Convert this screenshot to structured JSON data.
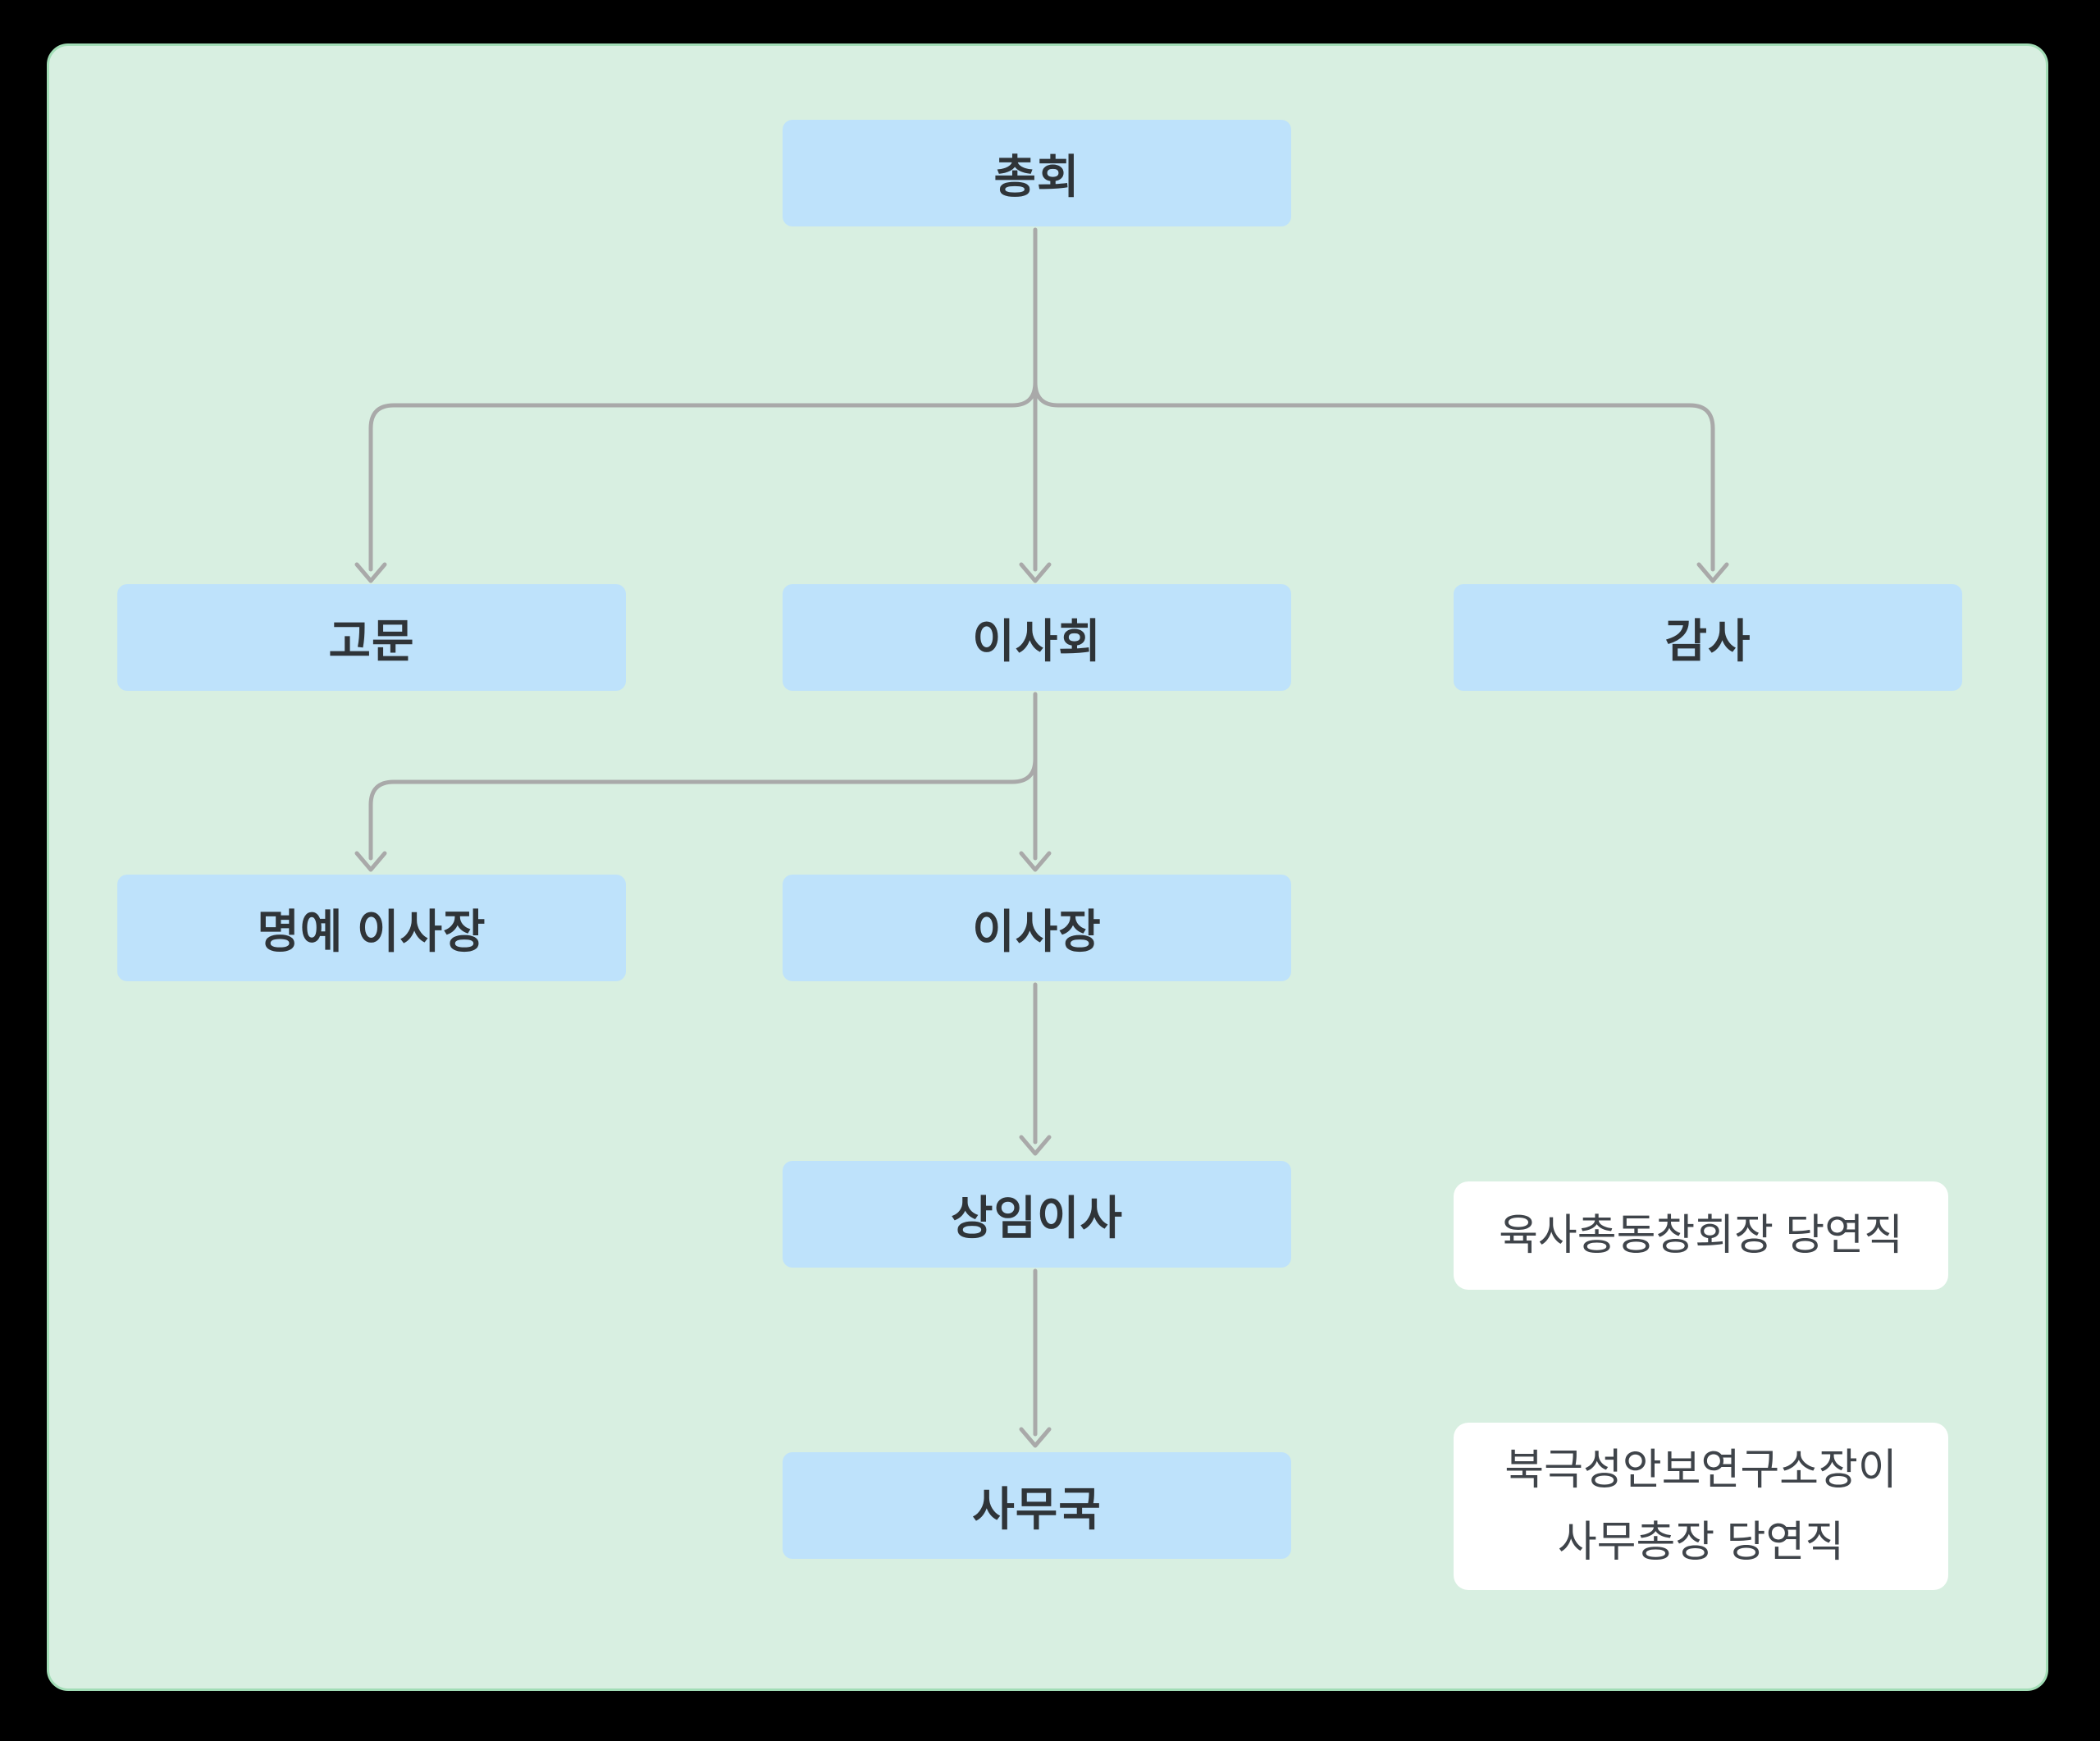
{
  "diagram": {
    "type": "org-chart",
    "background_color": "#000000",
    "panel_color": "#d8efe1",
    "panel_border_color": "#a2ddb6",
    "node_fill_color": "#bee2fb",
    "node_text_color": "#2f3438",
    "note_fill_color": "#ffffff",
    "note_text_color": "#3f444a",
    "connector_color": "#a9a9a9"
  },
  "nodes": {
    "chonghoe": {
      "label": "총회"
    },
    "gomun": {
      "label": "고문"
    },
    "isahoe": {
      "label": "이사회"
    },
    "gamsa": {
      "label": "감사"
    },
    "myeongye": {
      "label": "명예 이사장"
    },
    "isajang": {
      "label": "이사장"
    },
    "sangim": {
      "label": "상임이사"
    },
    "samuguk": {
      "label": "사무국"
    }
  },
  "notes": {
    "sangim": {
      "text": "육사총동창회장 당연직"
    },
    "samuguk": {
      "line1": "북극성안보연구소장이",
      "line2": "사무총장 당연직"
    }
  },
  "edges": [
    {
      "from": "총회",
      "to": "고문"
    },
    {
      "from": "총회",
      "to": "이사회"
    },
    {
      "from": "총회",
      "to": "감사"
    },
    {
      "from": "이사회",
      "to": "명예 이사장"
    },
    {
      "from": "이사회",
      "to": "이사장"
    },
    {
      "from": "이사장",
      "to": "상임이사"
    },
    {
      "from": "상임이사",
      "to": "사무국"
    }
  ]
}
